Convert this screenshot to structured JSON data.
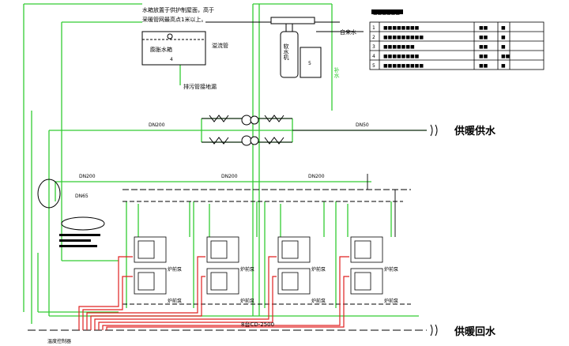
{
  "annotations": {
    "note_line1": "水箱放置于供护制屋面，高于",
    "note_line2": "采暖管网最高点1米以上。",
    "expansion_tank_label": "膨胀水箱",
    "expansion_tank_number": "4",
    "overflow_label": "溢流管",
    "drain_label": "排污管接地漏",
    "softener_label": "软水机",
    "salt_tank_label": "5",
    "city_water_label": "自来水",
    "makeup_label": "补水",
    "supply_label": "供暖供水",
    "return_label": "供暖回水",
    "controller_label": "温度控制器",
    "boiler_group_label": "8台CD-2500",
    "boiler_caption": "炉前泵"
  },
  "pipe_sizes": {
    "dn_main": "DN200",
    "dn_short": "DN50",
    "dn_branch": "DN65",
    "dn_cross1": "DN200",
    "dn_cross2": "DN200",
    "dn_cross3": "DN200"
  },
  "legend": {
    "title": "■■■■■■",
    "rows": [
      {
        "no": "1",
        "name": "■■■■■■■■",
        "spec": "■■",
        "qty": "■"
      },
      {
        "no": "2",
        "name": "■■■■■■■■■",
        "spec": "■■",
        "qty": "■"
      },
      {
        "no": "3",
        "name": "■■■■■■■",
        "spec": "■■",
        "qty": "■"
      },
      {
        "no": "4",
        "name": "■■■■■■■■",
        "spec": "■■",
        "qty": "■■"
      },
      {
        "no": "5",
        "name": "■■■■■■■■■",
        "spec": "■■",
        "qty": "■"
      }
    ]
  },
  "colors": {
    "green": "#33cc33",
    "red": "#e02020",
    "black": "#000000"
  }
}
